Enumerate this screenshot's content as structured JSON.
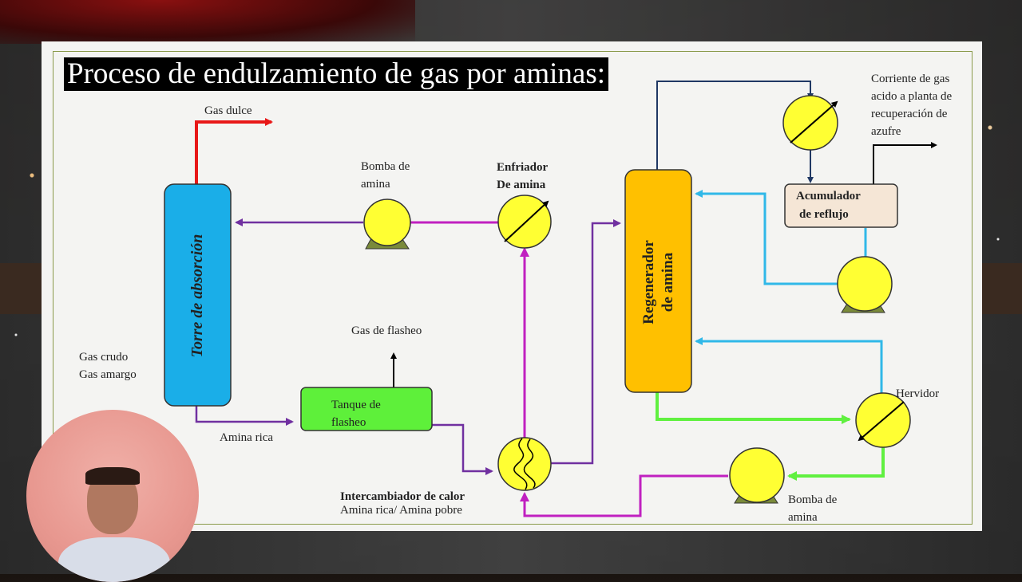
{
  "title": "Proceso de endulzamiento de gas por aminas:",
  "labels": {
    "gas_dulce": "Gas dulce",
    "bomba_amina_1_line1": "Bomba de",
    "bomba_amina_1_line2": "amina",
    "enfriador_line1": "Enfriador",
    "enfriador_line2": "De amina",
    "corriente_line1": "Corriente de gas",
    "corriente_line2": "acido a planta de",
    "corriente_line3": "recuperación de",
    "corriente_line4": "azufre",
    "acumulador_line1": "Acumulador",
    "acumulador_line2": "de reflujo",
    "torre": "Torre de absorción",
    "regenerador_line1": "Regenerador",
    "regenerador_line2": "de amina",
    "gas_flasheo": "Gas de flasheo",
    "tanque_line1": "Tanque de",
    "tanque_line2": "flasheo",
    "gas_crudo": "Gas crudo",
    "gas_amargo": "Gas amargo",
    "amina_rica": "Amina rica",
    "hervidor": "Hervidor",
    "intercambiador_line1": "Intercambiador de calor",
    "intercambiador_line2": "Amina rica/ Amina pobre",
    "bomba_amina_2_line1": "Bomba de",
    "bomba_amina_2_line2": "amina"
  },
  "colors": {
    "tower": "#1aaee8",
    "regenerator": "#ffc000",
    "flash_tank": "#5ef03a",
    "accumulator": "#f5e6d6",
    "equipment": "#ffff33",
    "pump_base": "#7a8a3a",
    "red_line": "#e81818",
    "purple_line": "#7030a0",
    "magenta_line": "#c020c0",
    "cyan_line": "#30b8e8",
    "green_line": "#60f040",
    "navy_line": "#203864"
  }
}
